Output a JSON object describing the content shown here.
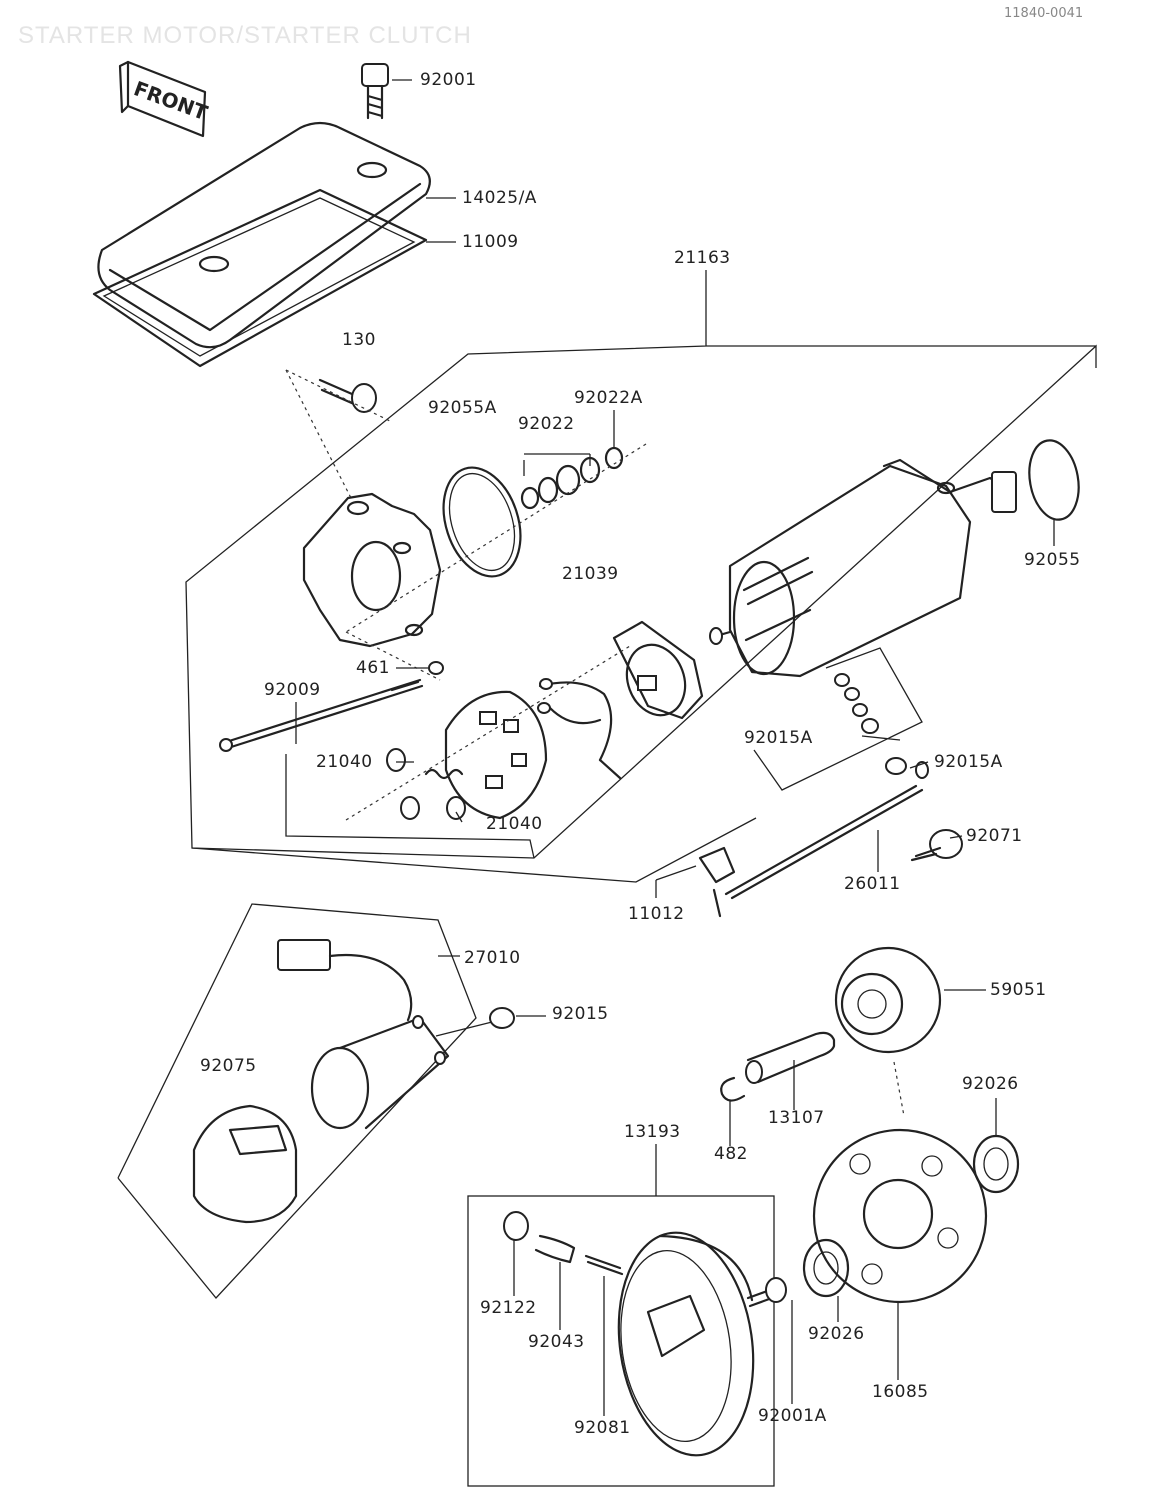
{
  "header": {
    "title": "STARTER MOTOR/STARTER CLUTCH",
    "code": "11840-0041"
  },
  "front_badge": {
    "text": "FRONT"
  },
  "parts": {
    "p92001": "92001",
    "p14025A": "14025/A",
    "p11009": "11009",
    "p21163": "21163",
    "p130": "130",
    "p92055A": "92055A",
    "p92022": "92022",
    "p92022A": "92022A",
    "p92055": "92055",
    "p21039": "21039",
    "p461": "461",
    "p92009": "92009",
    "p92015A_1": "92015A",
    "p92015A_2": "92015A",
    "p21040_1": "21040",
    "p21040_2": "21040",
    "p92071": "92071",
    "p26011": "26011",
    "p11012": "11012",
    "p27010": "27010",
    "p92015": "92015",
    "p59051": "59051",
    "p92075": "92075",
    "p13107": "13107",
    "p482": "482",
    "p92026_1": "92026",
    "p92026_2": "92026",
    "p13193": "13193",
    "p92122": "92122",
    "p92043": "92043",
    "p92081": "92081",
    "p92001A": "92001A",
    "p16085": "16085"
  }
}
